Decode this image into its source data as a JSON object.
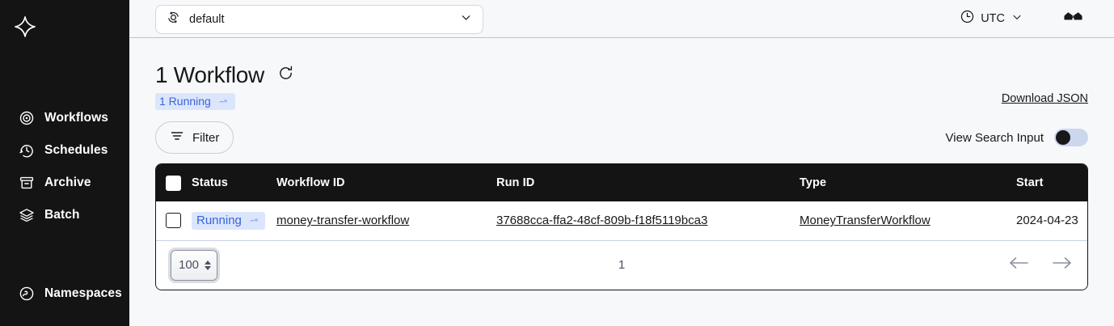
{
  "sidebar": {
    "logo": "temporal-logo-icon",
    "items": [
      {
        "label": "Workflows",
        "icon": "workflows-icon"
      },
      {
        "label": "Schedules",
        "icon": "schedules-icon"
      },
      {
        "label": "Archive",
        "icon": "archive-icon"
      },
      {
        "label": "Batch",
        "icon": "batch-icon"
      }
    ],
    "bottom_items": [
      {
        "label": "Namespaces",
        "icon": "namespaces-icon"
      }
    ]
  },
  "topbar": {
    "namespace_value": "default",
    "namespace_icon": "namespace-icon",
    "namespace_chevron": "chevron-down-icon",
    "timezone_label": "UTC",
    "timezone_icon": "clock-icon",
    "timezone_chevron": "chevron-down-icon",
    "codec_icon": "glasses-icon"
  },
  "header": {
    "title": "1 Workflow",
    "refresh_icon": "refresh-icon",
    "download_label": "Download JSON",
    "status_badge": {
      "label": "1 Running",
      "icon": "running-icon"
    }
  },
  "controls": {
    "filter_label": "Filter",
    "filter_icon": "filter-icon",
    "toggle_label": "View Search Input",
    "toggle_on": false
  },
  "table": {
    "columns": [
      {
        "key": "select",
        "label": ""
      },
      {
        "key": "status",
        "label": "Status"
      },
      {
        "key": "workflow_id",
        "label": "Workflow ID"
      },
      {
        "key": "run_id",
        "label": "Run ID"
      },
      {
        "key": "type",
        "label": "Type"
      },
      {
        "key": "start",
        "label": "Start"
      }
    ],
    "rows": [
      {
        "selected": false,
        "status": "Running",
        "status_icon": "running-icon",
        "workflow_id": "money-transfer-workflow",
        "run_id": "37688cca-ffa2-48cf-809b-f18f5119bca3",
        "type": "MoneyTransferWorkflow",
        "start": "2024-04-23"
      }
    ]
  },
  "pagination": {
    "page_size": "100",
    "page_number": "1",
    "prev_icon": "arrow-left-icon",
    "next_icon": "arrow-right-icon"
  },
  "colors": {
    "sidebar_bg": "#141414",
    "page_bg": "#f7f8fa",
    "badge_bg": "#dbe6fd",
    "badge_text": "#3b63d6",
    "table_header_bg": "#141414"
  }
}
